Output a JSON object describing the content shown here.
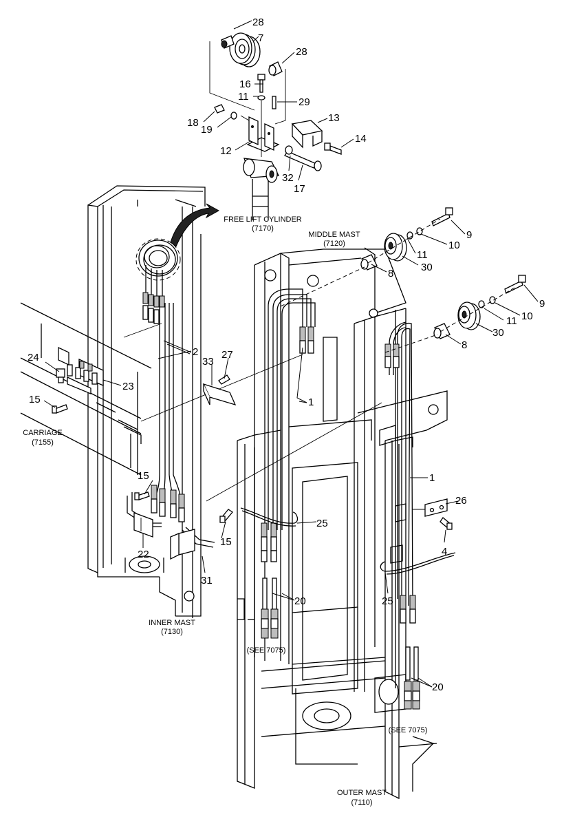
{
  "callouts": {
    "c1a": "1",
    "c1b": "1",
    "c2": "2",
    "c4": "4",
    "c7": "7",
    "c8a": "8",
    "c8b": "8",
    "c9a": "9",
    "c9b": "9",
    "c10a": "10",
    "c10b": "10",
    "c11a": "11",
    "c11b": "11",
    "c11c": "11",
    "c12": "12",
    "c13": "13",
    "c14": "14",
    "c15a": "15",
    "c15b": "15",
    "c15c": "15",
    "c16": "16",
    "c17": "17",
    "c18": "18",
    "c19": "19",
    "c20a": "20",
    "c20b": "20",
    "c22": "22",
    "c23": "23",
    "c24": "24",
    "c25a": "25",
    "c25b": "25",
    "c26": "26",
    "c27": "27",
    "c28a": "28",
    "c28b": "28",
    "c29": "29",
    "c30a": "30",
    "c30b": "30",
    "c31": "31",
    "c32": "32",
    "c33": "33"
  },
  "labels": {
    "free_lift_cylinder": "FREE LIFT CYLINDER",
    "free_lift_cylinder_ref": "(7170)",
    "middle_mast": "MIDDLE MAST",
    "middle_mast_ref": "(7120)",
    "carriage": "CARRIAGE",
    "carriage_ref": "(7155)",
    "inner_mast": "INNER MAST",
    "inner_mast_ref": "(7130)",
    "outer_mast": "OUTER MAST",
    "outer_mast_ref": "(7110)",
    "see_a": "(SEE 7075)",
    "see_b": "(SEE 7075)"
  }
}
